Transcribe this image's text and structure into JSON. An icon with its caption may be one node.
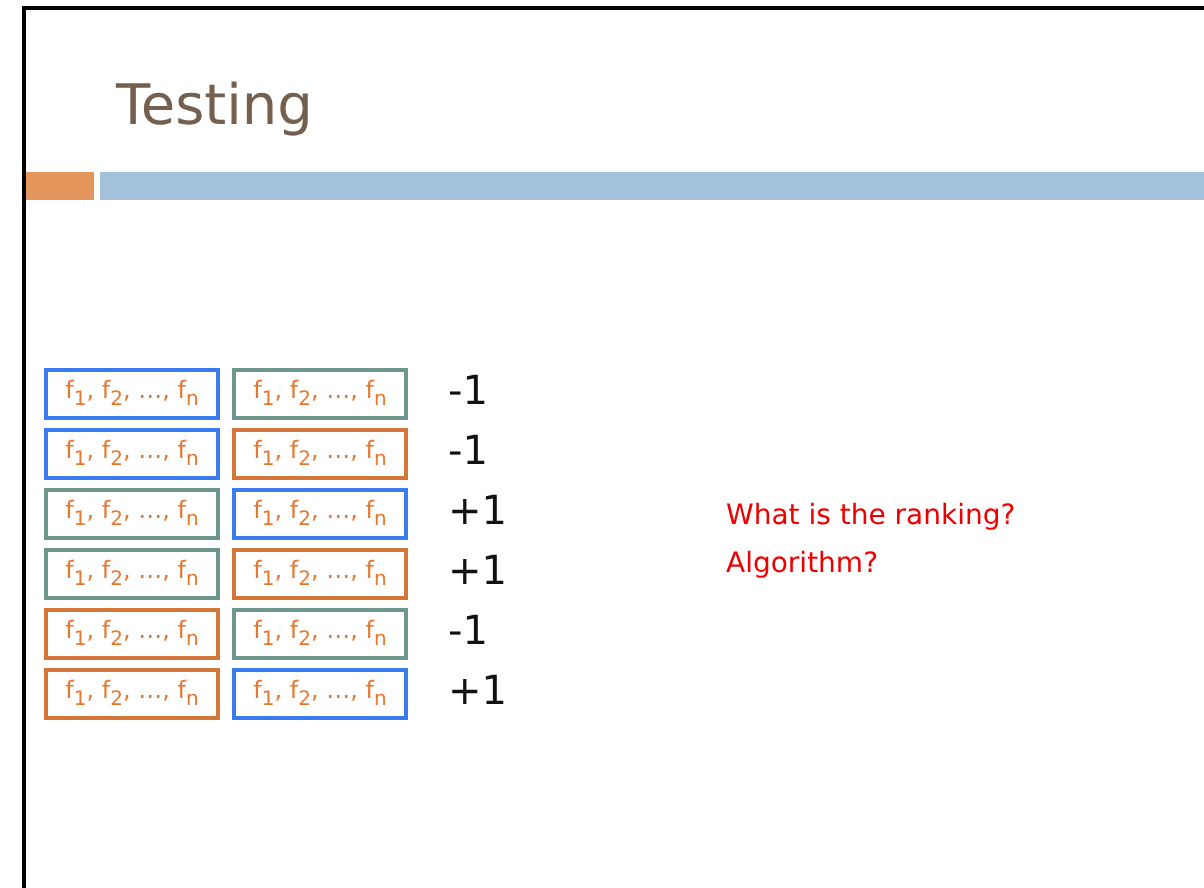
{
  "diagram": {
    "title": "Testing",
    "nodes": [
      {
        "text": [
          "f$_{1}$, f$_{2}$, …, f$_{n}$"
        ]
      },
      {
        "text": [
          "f$_{1}$, f$_{2}$, …, f$_{n}$"
        ]
      },
      {
        "text": [
          "f$_{1}$, f$_{2}$, …, f$_{n}$"
        ]
      },
      {
        "text": [
          "f$_{1}$, f$_{2}$, …, f$_{n}$"
        ]
      },
      {
        "text": [
          "f$_{1}$, f$_{2}$, …, f$_{n}$"
        ]
      },
      {
        "text": [
          "f$_{1}$, f$_{2}$, …, f$_{n}$"
        ]
      },
      {
        "text": [
          "f$_{1}$, f$_{2}$, …, f$_{n}$"
        ]
      },
      {
        "text": [
          "f$_{1}$, f$_{2}$, …, f$_{n}$"
        ]
      },
      {
        "text": [
          "f$_{1}$, f$_{2}$, …, f$_{n}$"
        ]
      },
      {
        "text": [
          "f$_{1}$, f$_{2}$, …, f$_{n}$"
        ]
      },
      {
        "text": [
          "f$_{1}$, f$_{2}$, …, f$_{n}$"
        ]
      },
      {
        "text": [
          "f$_{1}$, f$_{2}$, …, f$_{n}$"
        ]
      }
    ],
    "edges": [],
    "labels": [
      "-1",
      "-1",
      "+1",
      "+1",
      "-1",
      "+1",
      "What is the ranking?",
      "Algorithm?"
    ]
  }
}
